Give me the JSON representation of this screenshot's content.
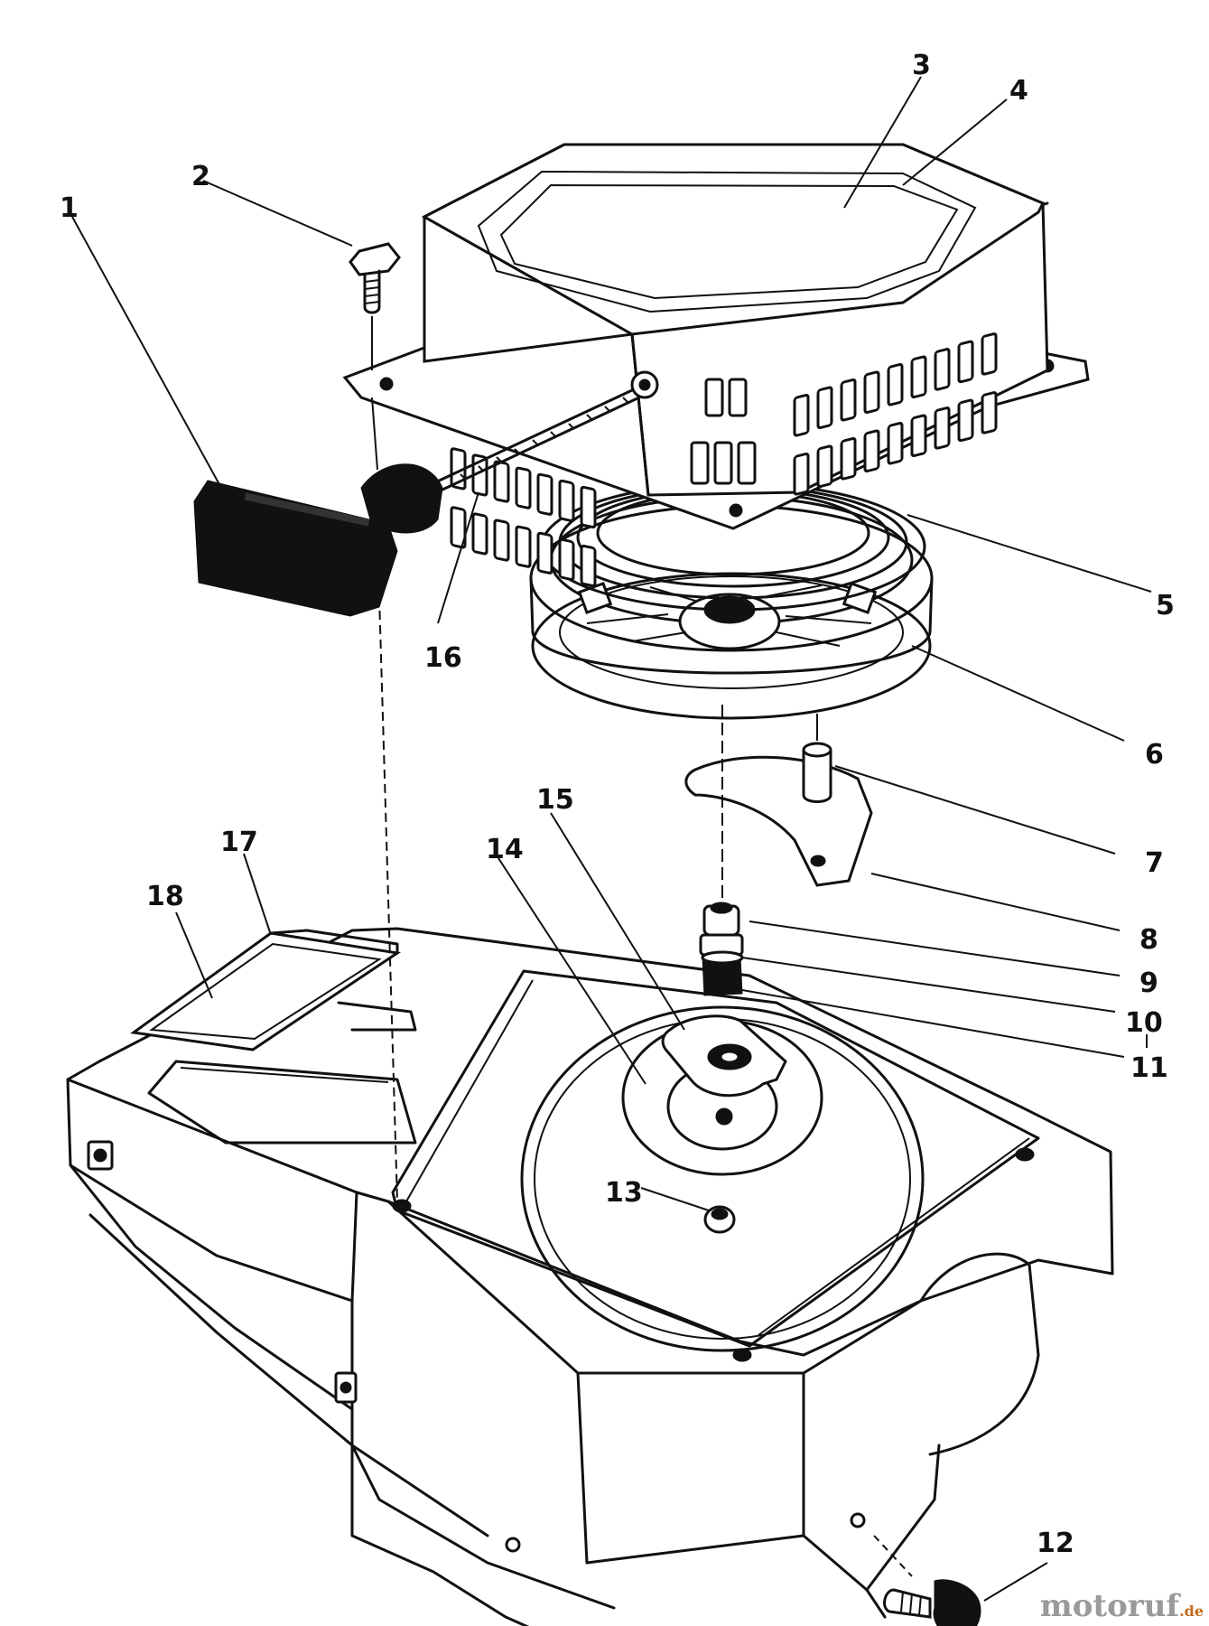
{
  "diagram": {
    "callouts": [
      {
        "id": "1",
        "label": "1"
      },
      {
        "id": "2",
        "label": "2"
      },
      {
        "id": "3",
        "label": "3"
      },
      {
        "id": "4",
        "label": "4"
      },
      {
        "id": "5",
        "label": "5"
      },
      {
        "id": "6",
        "label": "6"
      },
      {
        "id": "7",
        "label": "7"
      },
      {
        "id": "8",
        "label": "8"
      },
      {
        "id": "9",
        "label": "9"
      },
      {
        "id": "10",
        "label": "10"
      },
      {
        "id": "11",
        "label": "11"
      },
      {
        "id": "12",
        "label": "12"
      },
      {
        "id": "13",
        "label": "13"
      },
      {
        "id": "14",
        "label": "14"
      },
      {
        "id": "15",
        "label": "15"
      },
      {
        "id": "16",
        "label": "16"
      },
      {
        "id": "17",
        "label": "17"
      },
      {
        "id": "18",
        "label": "18"
      }
    ]
  },
  "watermark": {
    "brand": "motoruf",
    "suffix": ".de"
  }
}
